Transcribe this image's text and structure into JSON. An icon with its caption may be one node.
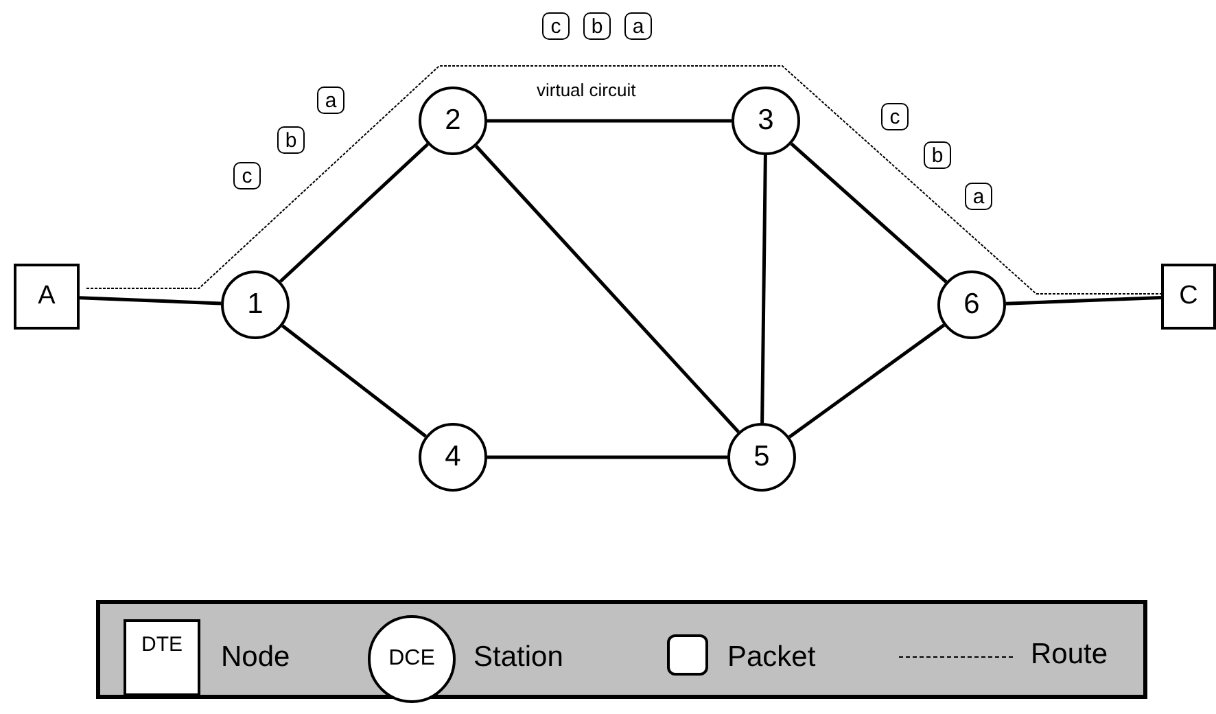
{
  "diagram": {
    "nodes": [
      {
        "text": [
          "A"
        ]
      },
      {
        "text": [
          "1"
        ]
      },
      {
        "text": [
          "2"
        ]
      },
      {
        "text": [
          "3"
        ]
      },
      {
        "text": [
          "4"
        ]
      },
      {
        "text": [
          "5"
        ]
      },
      {
        "text": [
          "6"
        ]
      },
      {
        "text": [
          "C"
        ]
      },
      {
        "text": [
          "c"
        ]
      },
      {
        "text": [
          "b"
        ]
      },
      {
        "text": [
          "a"
        ]
      },
      {
        "text": [
          "a"
        ]
      },
      {
        "text": [
          "b"
        ]
      },
      {
        "text": [
          "c"
        ]
      },
      {
        "text": [
          "c"
        ]
      },
      {
        "text": [
          "b"
        ]
      },
      {
        "text": [
          "a"
        ]
      }
    ],
    "edges": [
      {
        "from": 0,
        "to": 1,
        "arrow": "none"
      },
      {
        "from": 1,
        "to": 2,
        "arrow": "none"
      },
      {
        "from": 1,
        "to": 4,
        "arrow": "none"
      },
      {
        "from": 2,
        "to": 3,
        "arrow": "none"
      },
      {
        "from": 2,
        "to": 5,
        "arrow": "none"
      },
      {
        "from": 3,
        "to": 5,
        "arrow": "none"
      },
      {
        "from": 3,
        "to": 6,
        "arrow": "none"
      },
      {
        "from": 4,
        "to": 5,
        "arrow": "none"
      },
      {
        "from": 5,
        "to": 6,
        "arrow": "none"
      },
      {
        "from": 6,
        "to": 7,
        "arrow": "none"
      },
      {
        "from": 0,
        "to": 7,
        "arrow": "none",
        "style": "dashed",
        "label": "virtual circuit"
      }
    ],
    "labels": [
      "DTE",
      "DCE"
    ],
    "legend": [
      {
        "text": "Node"
      },
      {
        "text": "Station"
      },
      {
        "text": "Packet"
      },
      {
        "text": "Route"
      }
    ]
  }
}
